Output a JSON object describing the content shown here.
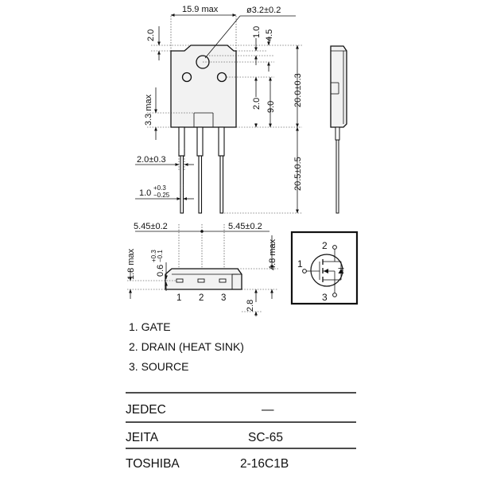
{
  "dimensions": {
    "body_width": "15.9 max",
    "hole_diameter": "ø3.2±0.2",
    "top_tab": "2.0",
    "hole_offset_1": "1.0",
    "hole_offset_2": "4.5",
    "body_height": "20.0±0.3",
    "lower_hole_1": "2.0",
    "lower_hole_2": "9.0",
    "left_step": "3.3 max",
    "lead_shoulder": "2.0±0.3",
    "lead_length": "20.5±0.5",
    "lead_width_main": "1.0",
    "lead_width_plus": "+0.3",
    "lead_width_minus": "−0.25",
    "pitch_left": "5.45±0.2",
    "pitch_right": "5.45±0.2",
    "flange": "1.8 max",
    "lead_thick_main": "0.6",
    "lead_thick_plus": "+0.3",
    "lead_thick_minus": "−0.1",
    "body_thickness": "4.8 max",
    "bottom_offset": "2.8"
  },
  "pin_numbers": [
    "1",
    "2",
    "3"
  ],
  "symbol_pins": {
    "gate": "1",
    "drain": "2",
    "source": "3"
  },
  "pin_list": [
    "1. GATE",
    "2. DRAIN (HEAT SINK)",
    "3. SOURCE"
  ],
  "package_table": [
    {
      "standard": "JEDEC",
      "code": "―"
    },
    {
      "standard": "JEITA",
      "code": "SC-65"
    },
    {
      "standard": "TOSHIBA",
      "code": "2-16C1B"
    }
  ]
}
